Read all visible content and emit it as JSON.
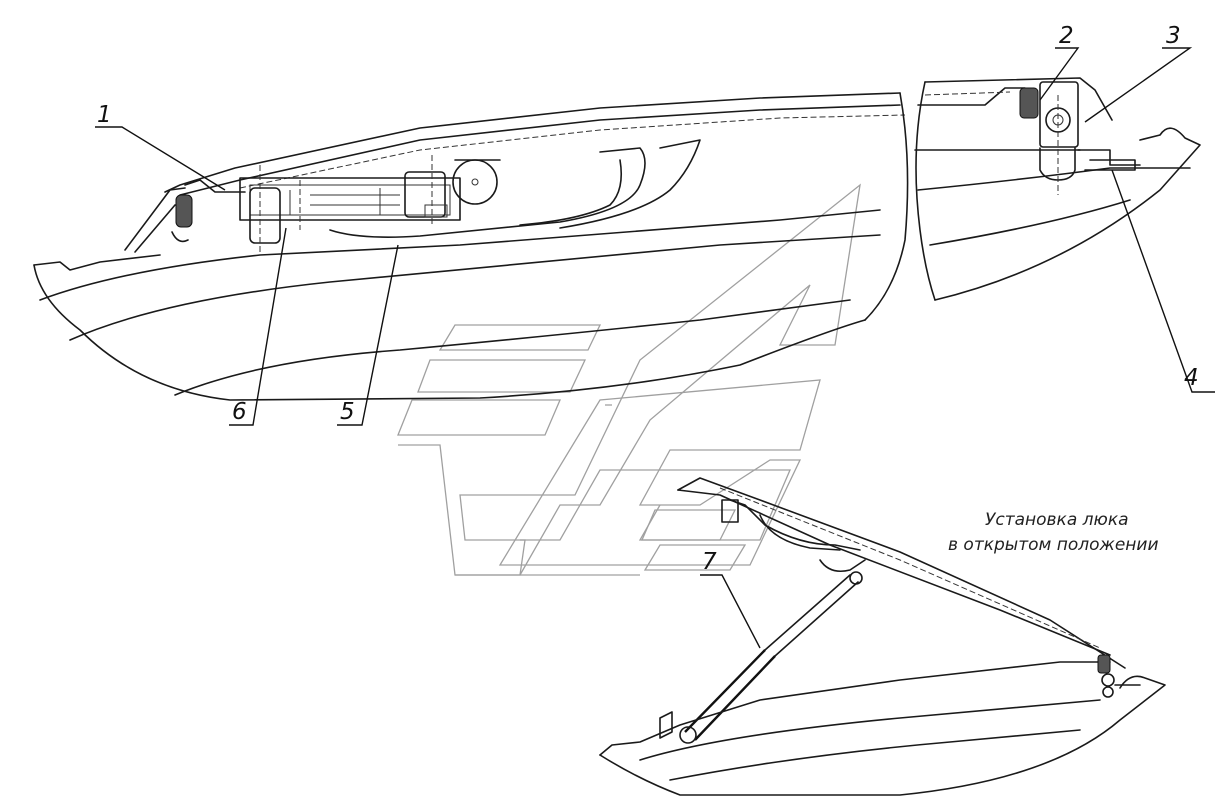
{
  "callouts": [
    {
      "id": "1",
      "label": "1"
    },
    {
      "id": "2",
      "label": "2"
    },
    {
      "id": "3",
      "label": "3"
    },
    {
      "id": "4",
      "label": "4"
    },
    {
      "id": "5",
      "label": "5"
    },
    {
      "id": "6",
      "label": "6"
    },
    {
      "id": "7",
      "label": "7"
    }
  ],
  "caption": {
    "line1": "Установка люка",
    "line2": "в открытом положении"
  },
  "colors": {
    "line": "#1a1a1a",
    "watermark": "#a0a0a0",
    "background": "#ffffff"
  }
}
